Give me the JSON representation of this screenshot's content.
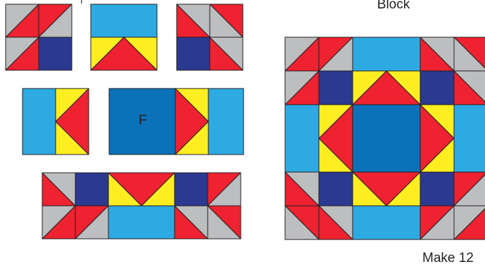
{
  "title_partial": "Block",
  "fragment_mark": "|",
  "center_label": "F",
  "make_label": "Make 12",
  "colors": {
    "red": "#ee2230",
    "yellow": "#fdee21",
    "light_blue": "#2eaae2",
    "navy": "#2b3990",
    "medium_blue": "#0b71b9",
    "gray": "#bcbec0",
    "outline": "#231f20"
  },
  "units": [
    {
      "name": "unit-corner-top-left",
      "interactable": false
    },
    {
      "name": "unit-goose-top",
      "interactable": false
    },
    {
      "name": "unit-corner-top-right",
      "interactable": false
    },
    {
      "name": "unit-goose-left",
      "interactable": false
    },
    {
      "name": "unit-center-row",
      "interactable": false
    },
    {
      "name": "unit-bottom-row",
      "interactable": false
    },
    {
      "name": "unit-finished-block",
      "interactable": false
    }
  ]
}
